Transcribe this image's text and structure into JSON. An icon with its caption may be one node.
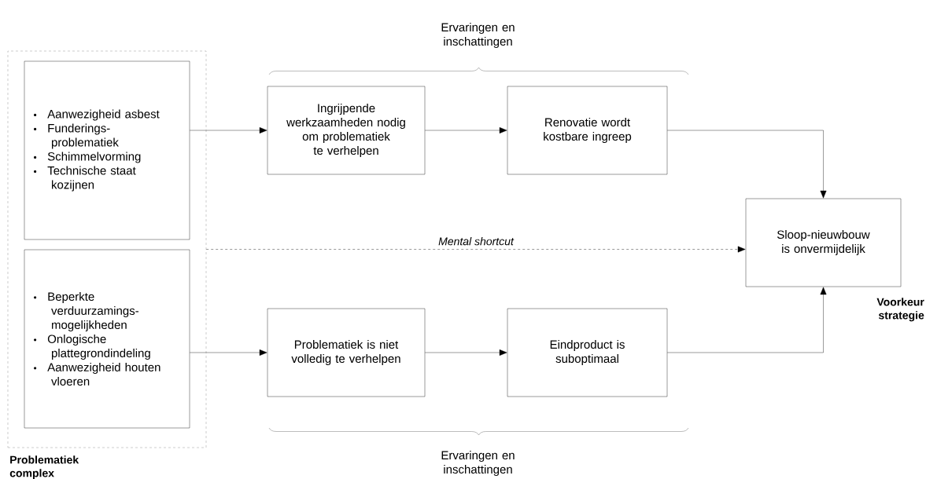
{
  "diagram": {
    "nodes": [
      {
        "text": [
          "Problematiek complex"
        ]
      },
      {
        "text": [
          "Aanwezigheid asbest",
          "Funderings- problematiek",
          "Schimmelvorming",
          "Technische staat kozijnen"
        ],
        "in": 0
      },
      {
        "text": [
          "Beperkte verduurzamings- mogelijkheden",
          "Onlogische plattegrondindeling",
          "Aanwezigheid houten vloeren"
        ],
        "in": 0
      },
      {
        "text": [
          "Ingrijpende werkzaamheden nodig om problematiek te verhelpen"
        ]
      },
      {
        "text": [
          "Renovatie wordt kostbare ingreep"
        ]
      },
      {
        "text": [
          "Sloop-nieuwbouw is onvermijdelijk"
        ],
        "beside": [
          "Voorkeur strategie"
        ]
      },
      {
        "text": [
          "Problematiek is niet volledig te verhelpen"
        ]
      },
      {
        "text": [
          "Eindproduct is suboptimaal"
        ]
      }
    ],
    "edges": [
      {
        "from": 1,
        "to": 3,
        "arrow": "to"
      },
      {
        "from": 3,
        "to": 4,
        "arrow": "to"
      },
      {
        "from": 4,
        "to": 5,
        "arrow": "to"
      },
      {
        "from": 0,
        "to": 5,
        "arrow": "to",
        "label": "Mental shortcut",
        "style": "dashed"
      },
      {
        "from": 2,
        "to": 6,
        "arrow": "to"
      },
      {
        "from": 6,
        "to": 7,
        "arrow": "to"
      },
      {
        "from": 7,
        "to": 5,
        "arrow": "to"
      }
    ],
    "labels": [
      "Ervaringen en inschattingen",
      "Ervaringen en inschattingen"
    ]
  }
}
